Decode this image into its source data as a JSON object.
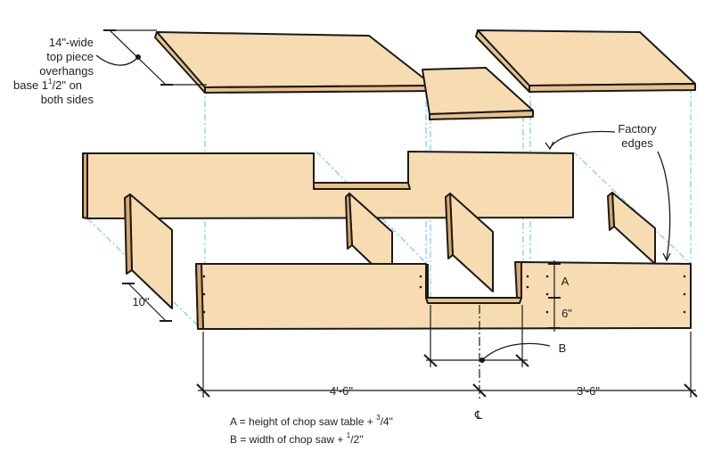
{
  "notes": {
    "top_overhang": [
      "14\"-wide",
      "top piece",
      "overhangs",
      "base 1",
      "1",
      "/2\" on",
      "both sides"
    ],
    "factory_edges": [
      "Factory",
      "edges"
    ]
  },
  "dimensions": {
    "ten_inch": "10\"",
    "a_label": "A",
    "six_inch": "6\"",
    "b_label": "B",
    "left_span": "4'-6\"",
    "right_span": "3'-6\"",
    "centerline": "℄"
  },
  "legend": {
    "a_prefix": "A = height of chop saw table + ",
    "a_num": "3",
    "a_den": "/4\"",
    "b_prefix": "B = width of chop saw + ",
    "b_num": "1",
    "b_den": "/2\""
  }
}
